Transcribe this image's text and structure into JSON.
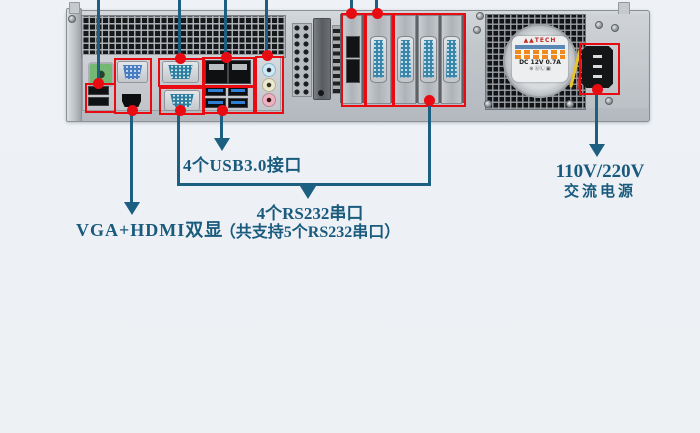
{
  "colors": {
    "annotation_red": "#e80c12",
    "annotation_teal": "#1c5f80",
    "label_text": "#1a5a7d",
    "background": "#eef2f6"
  },
  "callouts": {
    "usb3": {
      "text": "4个USB3.0接口"
    },
    "rs232": {
      "line1": "4个RS232串口",
      "line2": "（共支持5个RS232串口）"
    },
    "vga_hdmi": {
      "text": "VGA+HDMI双显"
    },
    "power": {
      "line1": "110V/220V",
      "line2": "交流电源"
    }
  },
  "psu": {
    "fan_label_text": "DC 12V 0.7A"
  }
}
